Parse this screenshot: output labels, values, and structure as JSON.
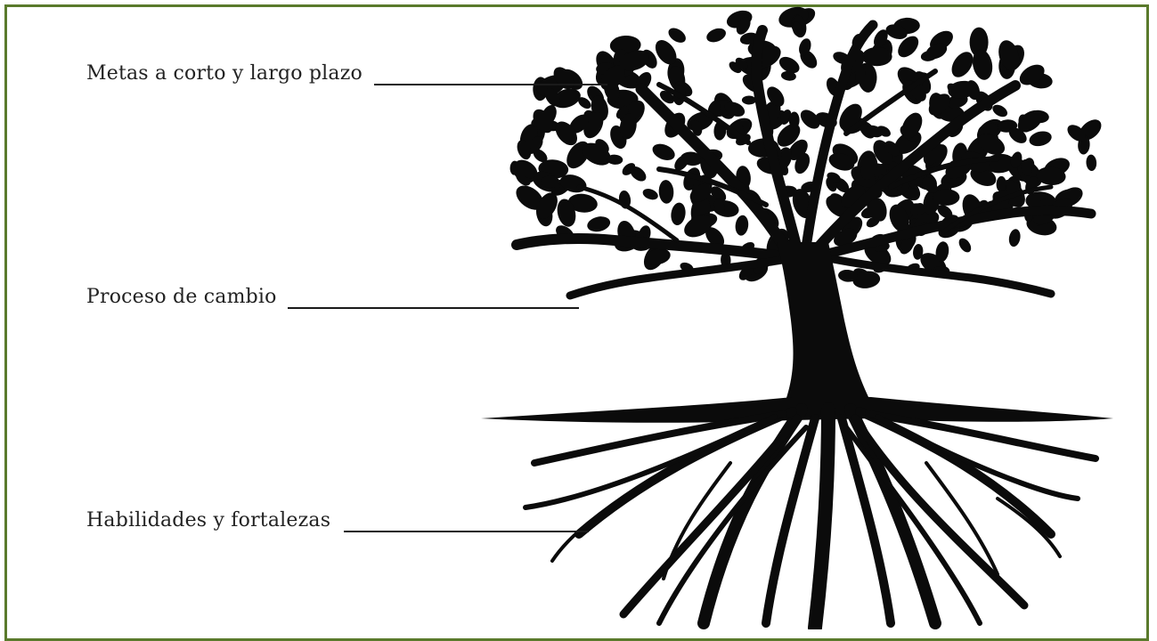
{
  "labels": {
    "goals": "Metas a corto y largo plazo",
    "process": "Proceso de cambio",
    "strengths": "Habilidades y fortalezas"
  },
  "colors": {
    "frame": "#5a7a2c",
    "ink": "#0b0b0b",
    "text": "#222222"
  },
  "illustration": {
    "subject": "tree-with-roots-icon"
  }
}
